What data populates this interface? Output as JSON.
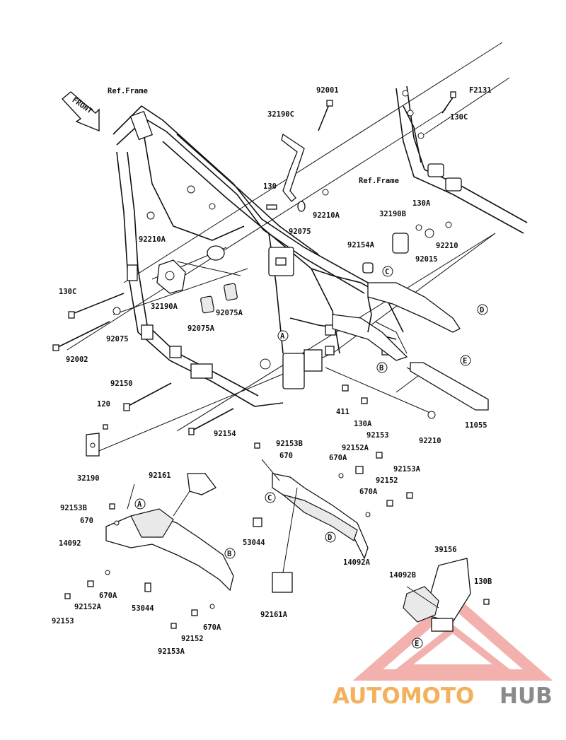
{
  "diagram_code": "F2131",
  "front_arrow": "FRONT",
  "ref_frame_1": "Ref.Frame",
  "ref_frame_2": "Ref.Frame",
  "watermark": {
    "part1": "AUTOMOTO",
    "part2": "HUB",
    "color1": "#f2b15a",
    "color2": "#8a8a8a",
    "logo_color": "#e8736b"
  },
  "refs": {
    "a": "A",
    "b": "B",
    "c": "C",
    "d": "D",
    "e": "E"
  },
  "parts": {
    "p92001": "92001",
    "p32190C": "32190C",
    "p130C_top": "130C",
    "p130": "130",
    "p92210A_top": "92210A",
    "p92210A_left": "92210A",
    "p92075": "92075",
    "p130A_top": "130A",
    "p32190B": "32190B",
    "p92154A": "92154A",
    "p92210_top": "92210",
    "p92015": "92015",
    "p130C_left": "130C",
    "p32190A": "32190A",
    "p92075A_1": "92075A",
    "p92075A_2": "92075A",
    "p92075_left": "92075",
    "p92002": "92002",
    "p92150": "92150",
    "p120": "120",
    "p92154": "92154",
    "p32190": "32190",
    "p411": "411",
    "p130A_mid": "130A",
    "p92210_mid": "92210",
    "p11055": "11055",
    "p92153B_r": "92153B",
    "p670_r": "670",
    "p92153_r": "92153",
    "p92152A_r": "92152A",
    "p670A_r1": "670A",
    "p92153A_r": "92153A",
    "p92152_r": "92152",
    "p670A_r2": "670A",
    "p53044_r": "53044",
    "p14092A": "14092A",
    "p92161A": "92161A",
    "p92161": "92161",
    "p92153B_l": "92153B",
    "p670_l": "670",
    "p14092": "14092",
    "p670A_l": "670A",
    "p92152A_l": "92152A",
    "p92153_l": "92153",
    "p53044_l": "53044",
    "p92152_l": "92152",
    "p670A_l2": "670A",
    "p92153A_l": "92153A",
    "p39156": "39156",
    "p14092B": "14092B",
    "p130B": "130B"
  }
}
